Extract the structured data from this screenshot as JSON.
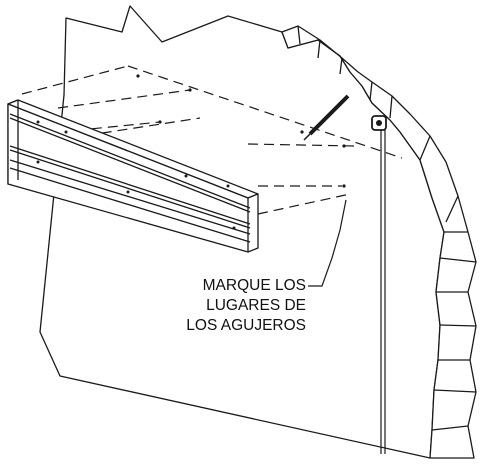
{
  "callout": {
    "lines": [
      "MARQUE LOS",
      "LUGARES DE",
      "LOS AGUJEROS"
    ]
  },
  "colors": {
    "ink": "#1a1a1a",
    "paper": "#ffffff"
  }
}
